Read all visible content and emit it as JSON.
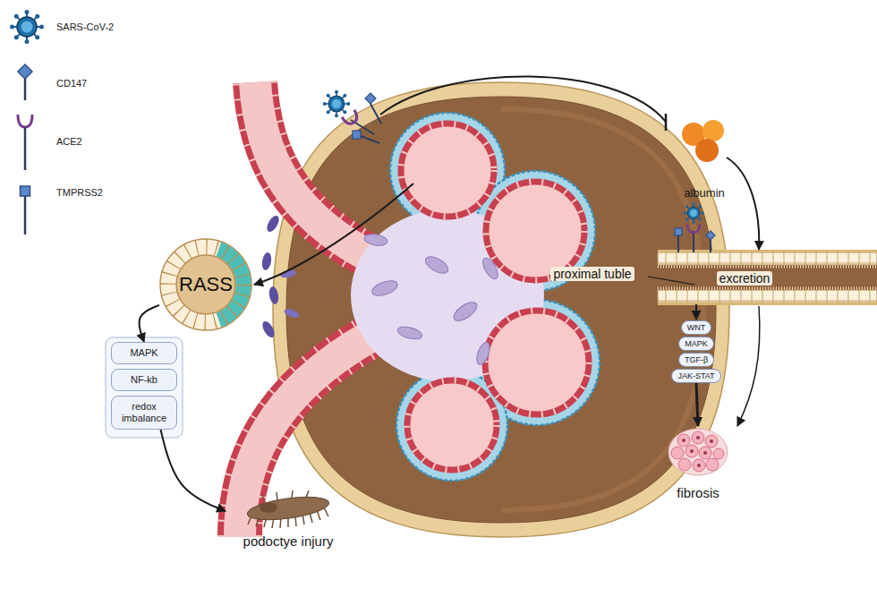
{
  "diagram": {
    "nodes": [
      {
        "text": [
          "RASS"
        ]
      },
      {
        "text": [
          "MAPK"
        ]
      },
      {
        "text": [
          "NF-kb"
        ]
      },
      {
        "text": [
          "redox imbalance"
        ]
      },
      {
        "text": [
          "podoctye injury"
        ]
      },
      {
        "text": [
          "albumin"
        ]
      },
      {
        "text": [
          "WNT"
        ]
      },
      {
        "text": [
          "MAPK"
        ]
      },
      {
        "text": [
          "TGF-β"
        ]
      },
      {
        "text": [
          "JAK-STAT"
        ]
      },
      {
        "text": [
          "fibrosis"
        ]
      }
    ],
    "edges": [
      {
        "from": 0,
        "to": 1,
        "arrow": "to"
      },
      {
        "from": 3,
        "to": 4,
        "arrow": "to"
      },
      {
        "from": 9,
        "to": 10,
        "arrow": "to"
      }
    ],
    "labels": [
      "proximal tuble",
      "excretion"
    ],
    "legend": [
      {
        "text": "SARS-CoV-2"
      },
      {
        "text": "CD147"
      },
      {
        "text": "ACE2"
      },
      {
        "text": "TMPRSS2"
      }
    ]
  }
}
